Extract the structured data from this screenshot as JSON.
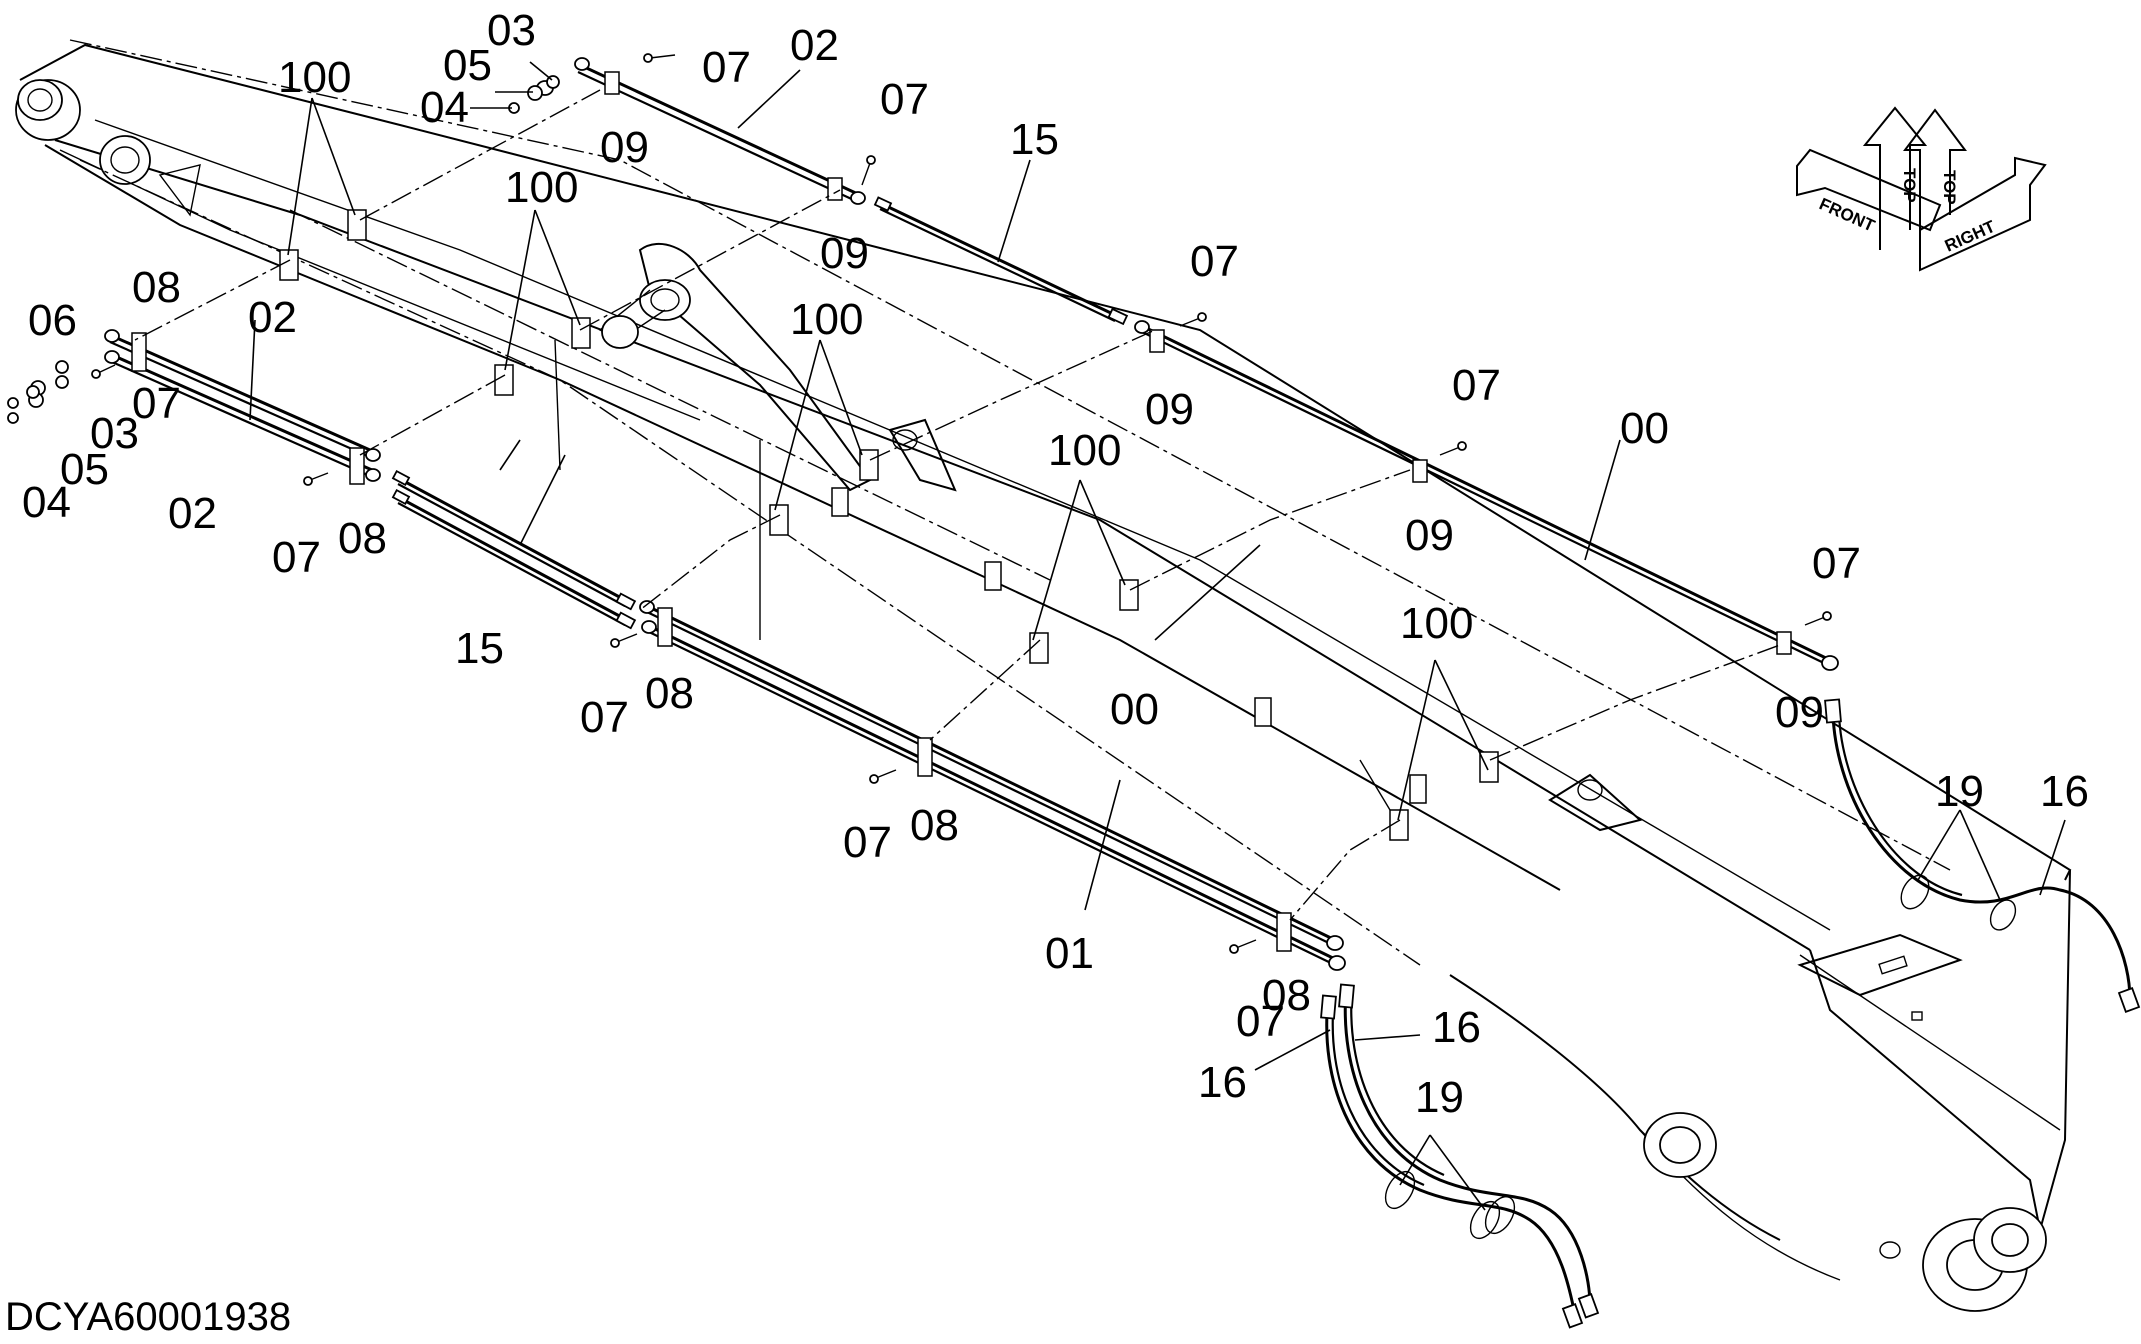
{
  "drawing": {
    "code": "DCYA60001938",
    "orientation": {
      "top_a": "TOP",
      "top_b": "TOP",
      "front": "FRONT",
      "right": "RIGHT"
    },
    "callouts": [
      {
        "id": "c-03-top",
        "text": "03"
      },
      {
        "id": "c-05-top",
        "text": "05"
      },
      {
        "id": "c-04-top",
        "text": "04"
      },
      {
        "id": "c-100-a",
        "text": "100"
      },
      {
        "id": "c-09-a",
        "text": "09"
      },
      {
        "id": "c-07-a",
        "text": "07"
      },
      {
        "id": "c-02-top",
        "text": "02"
      },
      {
        "id": "c-07-b",
        "text": "07"
      },
      {
        "id": "c-09-b",
        "text": "09"
      },
      {
        "id": "c-15-top",
        "text": "15"
      },
      {
        "id": "c-100-b",
        "text": "100"
      },
      {
        "id": "c-07-c",
        "text": "07"
      },
      {
        "id": "c-09-c",
        "text": "09"
      },
      {
        "id": "c-100-c",
        "text": "100"
      },
      {
        "id": "c-07-d",
        "text": "07"
      },
      {
        "id": "c-00-top",
        "text": "00"
      },
      {
        "id": "c-09-d",
        "text": "09"
      },
      {
        "id": "c-100-d",
        "text": "100"
      },
      {
        "id": "c-07-e",
        "text": "07"
      },
      {
        "id": "c-100-e",
        "text": "100"
      },
      {
        "id": "c-09-e",
        "text": "09"
      },
      {
        "id": "c-19-right",
        "text": "19"
      },
      {
        "id": "c-16-right",
        "text": "16"
      },
      {
        "id": "c-08-left",
        "text": "08"
      },
      {
        "id": "c-02-left",
        "text": "02"
      },
      {
        "id": "c-06-left",
        "text": "06"
      },
      {
        "id": "c-07-left",
        "text": "07"
      },
      {
        "id": "c-03-left",
        "text": "03"
      },
      {
        "id": "c-05-left",
        "text": "05"
      },
      {
        "id": "c-04-left",
        "text": "04"
      },
      {
        "id": "c-02-low",
        "text": "02"
      },
      {
        "id": "c-07-f",
        "text": "07"
      },
      {
        "id": "c-08-f",
        "text": "08"
      },
      {
        "id": "c-15-low",
        "text": "15"
      },
      {
        "id": "c-07-g",
        "text": "07"
      },
      {
        "id": "c-08-g",
        "text": "08"
      },
      {
        "id": "c-00-mid",
        "text": "00"
      },
      {
        "id": "c-07-h",
        "text": "07"
      },
      {
        "id": "c-08-h",
        "text": "08"
      },
      {
        "id": "c-01",
        "text": "01"
      },
      {
        "id": "c-07-i",
        "text": "07"
      },
      {
        "id": "c-08-i",
        "text": "08"
      },
      {
        "id": "c-16-a",
        "text": "16"
      },
      {
        "id": "c-16-b",
        "text": "16"
      },
      {
        "id": "c-19-low",
        "text": "19"
      }
    ]
  }
}
